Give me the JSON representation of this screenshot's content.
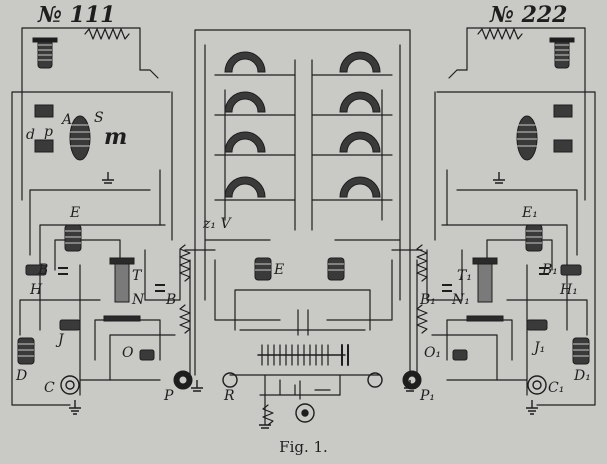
{
  "stations": {
    "left_number": "№ 111",
    "right_number": "№ 222"
  },
  "labels": {
    "A": "A",
    "m": "m",
    "d": "d",
    "s": "S",
    "p": "p",
    "e_left": "E",
    "e_right": "E₁",
    "b_left": "B",
    "b_right": "B₁",
    "h_left": "H",
    "h_right": "H₁",
    "t_left": "T",
    "t_right": "T₁",
    "n_left": "N",
    "n_right": "N₁",
    "bo_left": "B",
    "bo_right": "B₁",
    "j_left": "J",
    "j_right": "J₁",
    "d_left": "D",
    "d_right": "D₁",
    "o_left": "O",
    "o_right": "O₁",
    "c_left": "C",
    "c_right": "C₁",
    "r_left": "P",
    "r_right": "P₁",
    "center_e": "E",
    "center_r": "R",
    "zv": "z₁ V"
  },
  "caption": "Fig. 1."
}
